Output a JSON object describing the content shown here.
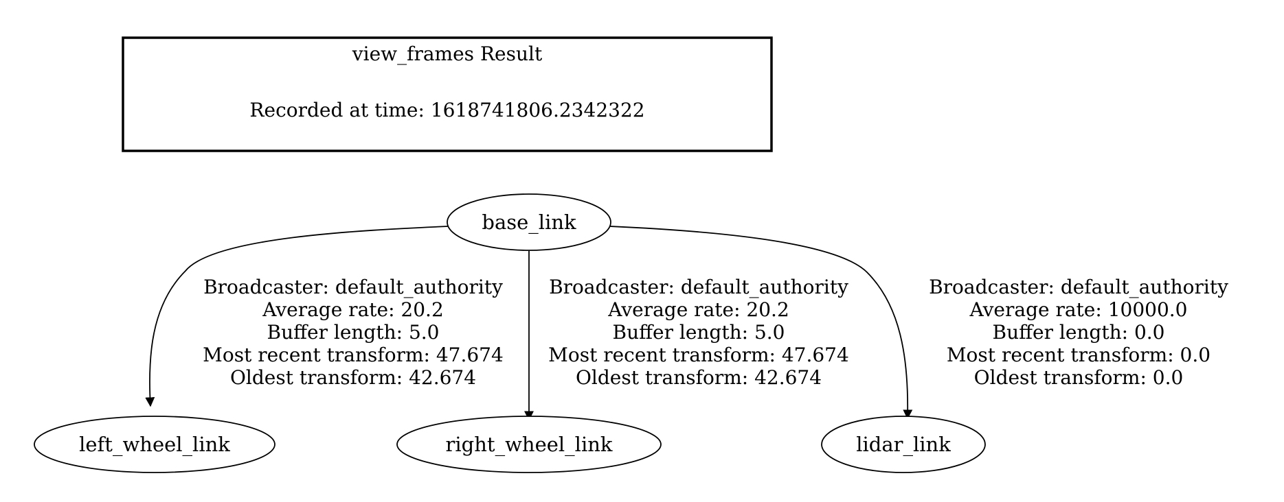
{
  "header": {
    "title": "view_frames Result",
    "subtitle": "Recorded at time: 1618741806.2342322"
  },
  "nodes": {
    "base": "base_link",
    "left_wheel": "left_wheel_link",
    "right_wheel": "right_wheel_link",
    "lidar": "lidar_link"
  },
  "edges": [
    {
      "from": "base_link",
      "to": "left_wheel_link",
      "lines": [
        "Broadcaster: default_authority",
        "Average rate: 20.2",
        "Buffer length: 5.0",
        "Most recent transform: 47.674",
        "Oldest transform: 42.674"
      ]
    },
    {
      "from": "base_link",
      "to": "right_wheel_link",
      "lines": [
        "Broadcaster: default_authority",
        "Average rate: 20.2",
        "Buffer length: 5.0",
        "Most recent transform: 47.674",
        "Oldest transform: 42.674"
      ]
    },
    {
      "from": "base_link",
      "to": "lidar_link",
      "lines": [
        "Broadcaster: default_authority",
        "Average rate: 10000.0",
        "Buffer length: 0.0",
        "Most recent transform: 0.0",
        "Oldest transform: 0.0"
      ]
    }
  ],
  "colors": {
    "stroke": "#000000",
    "background": "#ffffff"
  }
}
